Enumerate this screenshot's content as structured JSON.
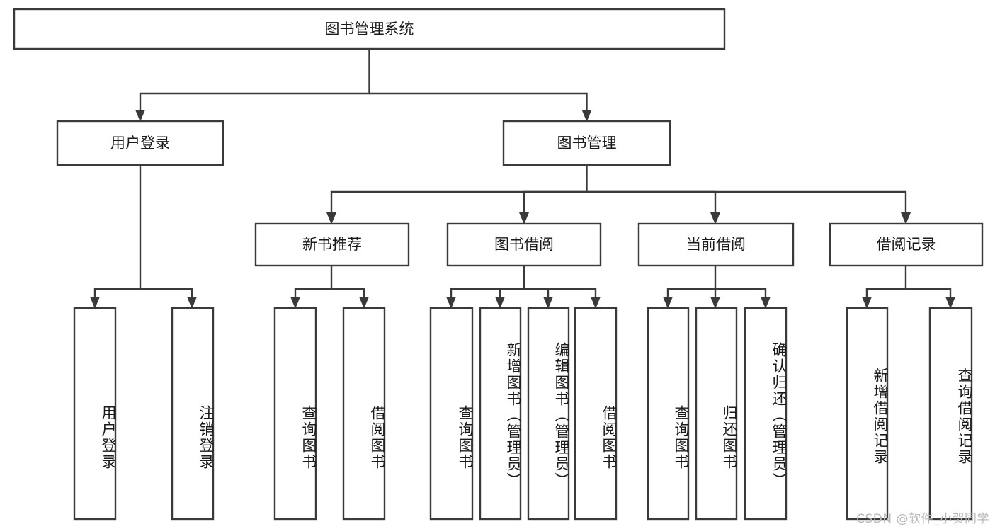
{
  "diagram": {
    "type": "tree-hierarchy",
    "orientation": "top-down",
    "root": {
      "label": "图书管理系统"
    },
    "level2": [
      {
        "label": "用户登录"
      },
      {
        "label": "图书管理"
      }
    ],
    "level3": [
      {
        "label": "新书推荐"
      },
      {
        "label": "图书借阅"
      },
      {
        "label": "当前借阅"
      },
      {
        "label": "借阅记录"
      }
    ],
    "leaves": {
      "user_login": [
        {
          "label": "用户登录"
        },
        {
          "label": "注销登录"
        }
      ],
      "new_book_recommend": [
        {
          "label": "查询图书"
        },
        {
          "label": "借阅图书"
        }
      ],
      "book_borrow": [
        {
          "label": "查询图书"
        },
        {
          "label": "新增图书（管理员）"
        },
        {
          "label": "编辑图书（管理员）"
        },
        {
          "label": "借阅图书"
        }
      ],
      "current_borrow": [
        {
          "label": "查询图书"
        },
        {
          "label": "归还图书"
        },
        {
          "label": "确认归还（管理员）"
        }
      ],
      "borrow_record": [
        {
          "label": "新增借阅记录"
        },
        {
          "label": "查询借阅记录"
        }
      ]
    }
  },
  "watermark": {
    "text": "CSDN @软件_小贺同学"
  },
  "colors": {
    "box_stroke": "#3a3a3a",
    "text": "#1a1a1a",
    "background": "#ffffff",
    "watermark": "#b9b9b9"
  }
}
